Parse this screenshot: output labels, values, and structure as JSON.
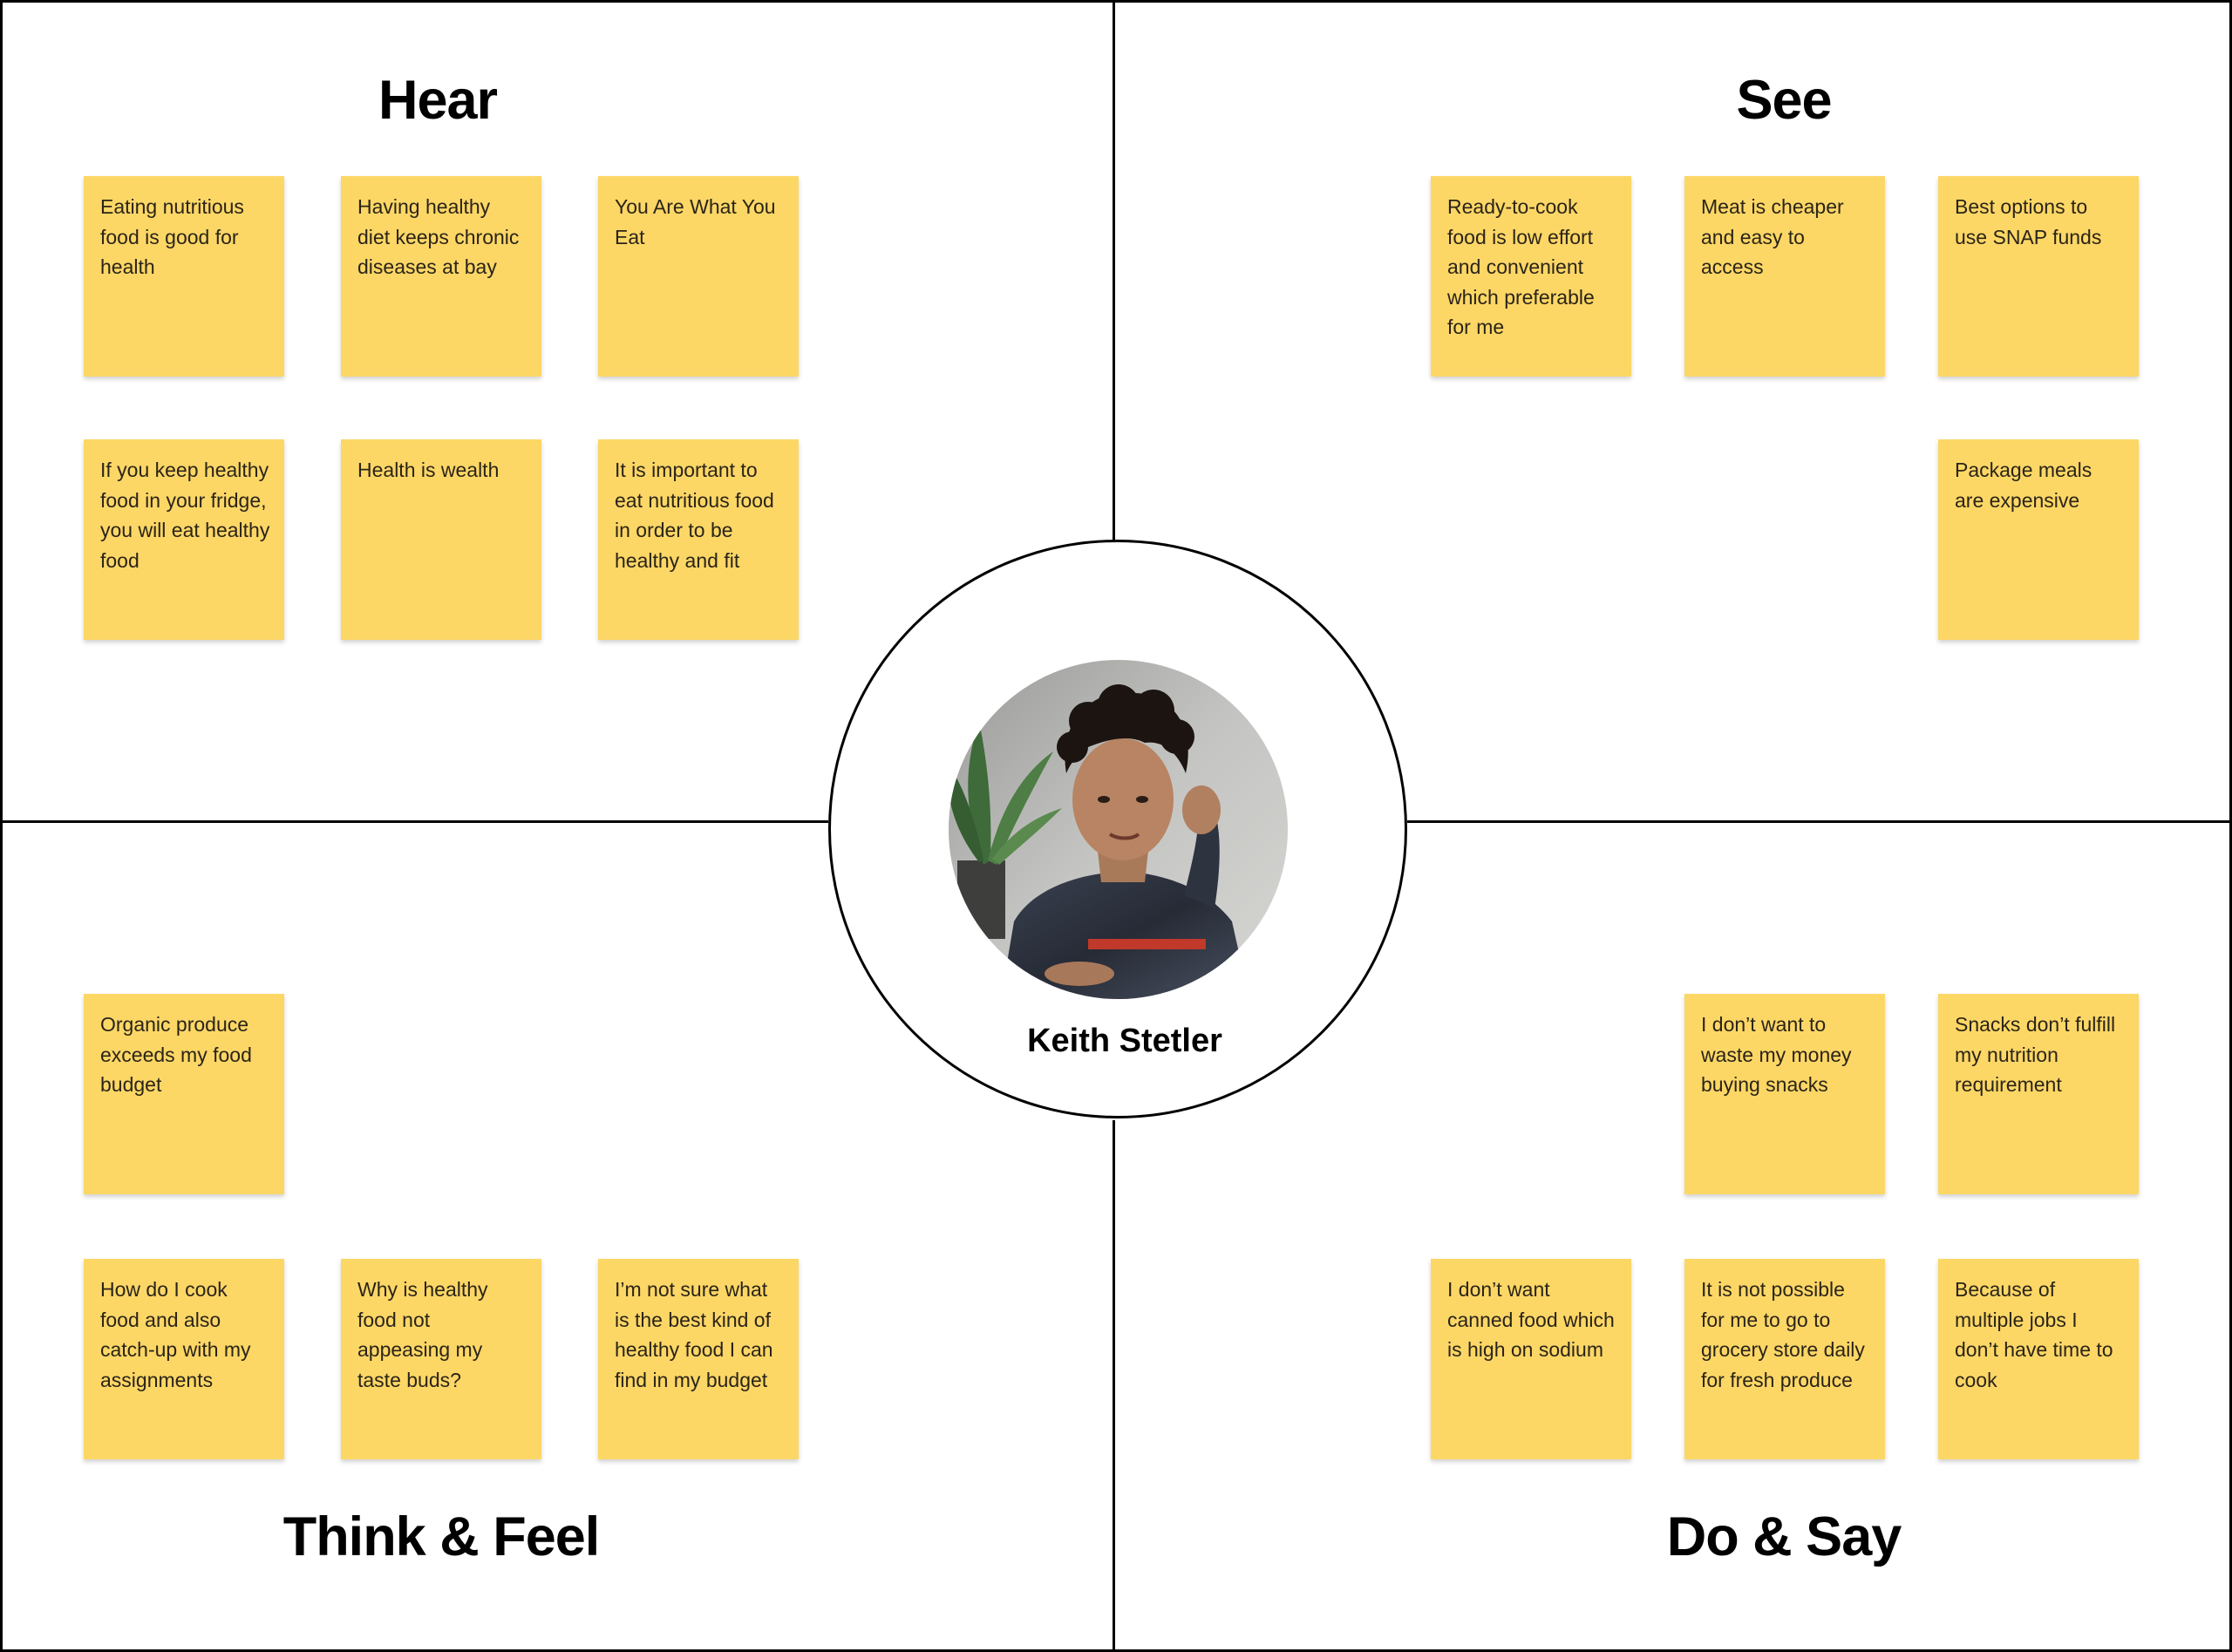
{
  "persona": {
    "name": "Keith Stetler"
  },
  "quadrants": {
    "hear": {
      "title": "Hear",
      "notes": [
        "Eating nutritious food is good for health",
        "Having healthy diet keeps chronic diseases at bay",
        "You Are What You Eat",
        "If you keep healthy food in your fridge, you will eat healthy food",
        "Health is wealth",
        "It is important to eat nutritious food in order to be healthy and fit"
      ]
    },
    "see": {
      "title": "See",
      "notes": [
        "Ready-to-cook food is low effort and convenient which preferable for me",
        "Meat is cheaper and easy to access",
        "Best options to use SNAP funds",
        "Package meals are expensive"
      ]
    },
    "think_feel": {
      "title": "Think & Feel",
      "notes": [
        "Organic produce exceeds my food budget",
        "How do I cook food and also catch-up with my assignments",
        "Why is healthy food not appeasing my taste buds?",
        "I’m not sure what is the best kind of healthy food I can find in my budget"
      ]
    },
    "do_say": {
      "title": "Do & Say",
      "notes": [
        "I don’t want to waste my money buying snacks",
        "Snacks don’t fulfill my nutrition requirement",
        "I don’t want canned food which is high on sodium",
        "It is not possible for me to go to grocery store daily for fresh produce",
        "Because of multiple jobs I don’t have time to cook"
      ]
    }
  },
  "colors": {
    "sticky_note": "#fcd766",
    "lines": "#000000",
    "background": "#ffffff"
  }
}
